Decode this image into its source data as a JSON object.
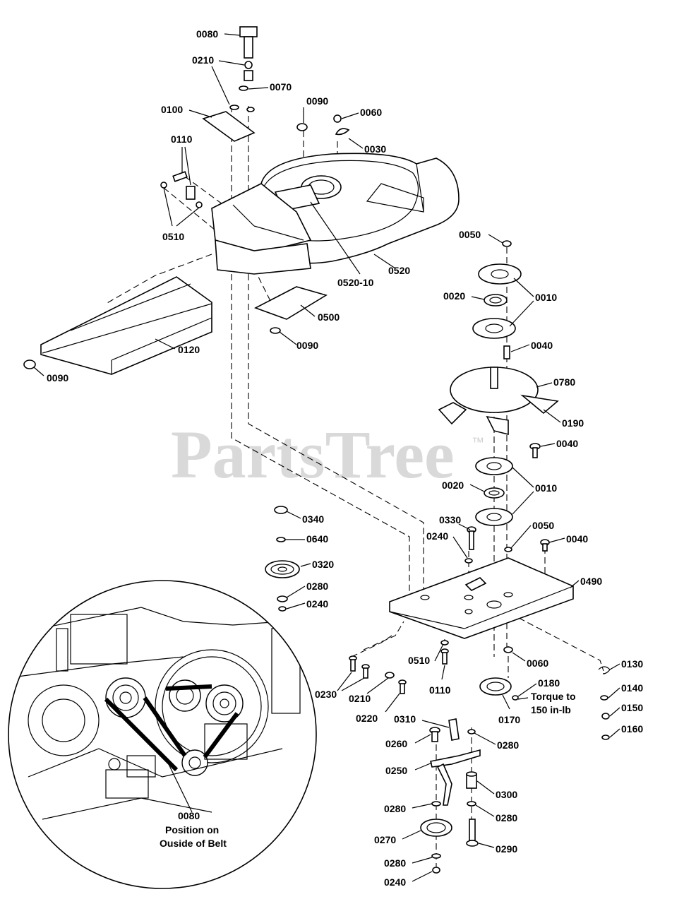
{
  "watermark": "PartsTree",
  "watermark_tm": "™",
  "callouts": {
    "p0080_top": "0080",
    "p0210_top": "0210",
    "p0070": "0070",
    "p0100": "0100",
    "p0090_a": "0090",
    "p0060_top": "0060",
    "p0030": "0030",
    "p0110_top": "0110",
    "p0510_top": "0510",
    "p0520_10": "0520-10",
    "p0520": "0520",
    "p0500": "0500",
    "p0090_b": "0090",
    "p0120": "0120",
    "p0090_c": "0090",
    "p0050_top": "0050",
    "p0020_top": "0020",
    "p0010_top": "0010",
    "p0040_a": "0040",
    "p0780": "0780",
    "p0190": "0190",
    "p0040_b": "0040",
    "p0020_bot": "0020",
    "p0010_bot": "0010",
    "p0340": "0340",
    "p0640": "0640",
    "p0320": "0320",
    "p0280_a": "0280",
    "p0240_a": "0240",
    "p0330": "0330",
    "p0240_b": "0240",
    "p0050_bot": "0050",
    "p0040_c": "0040",
    "p0490": "0490",
    "p0510_bot": "0510",
    "p0060_bot": "0060",
    "p0130": "0130",
    "p0230": "0230",
    "p0210_bot": "0210",
    "p0110_bot": "0110",
    "p0180": "0180",
    "p0140": "0140",
    "p0220": "0220",
    "p0150": "0150",
    "p0170": "0170",
    "p0310": "0310",
    "p0160": "0160",
    "p0260": "0260",
    "p0280_b": "0280",
    "p0250": "0250",
    "p0300": "0300",
    "p0280_c": "0280",
    "p0280_d": "0280",
    "p0270": "0270",
    "p0290": "0290",
    "p0280_e": "0280",
    "p0240_c": "0240",
    "p0080_inset": "0080"
  },
  "notes": {
    "torque_line1": "Torque to",
    "torque_line2": "150 in-lb",
    "belt_line1": "Position on",
    "belt_line2": "Ouside of Belt"
  }
}
